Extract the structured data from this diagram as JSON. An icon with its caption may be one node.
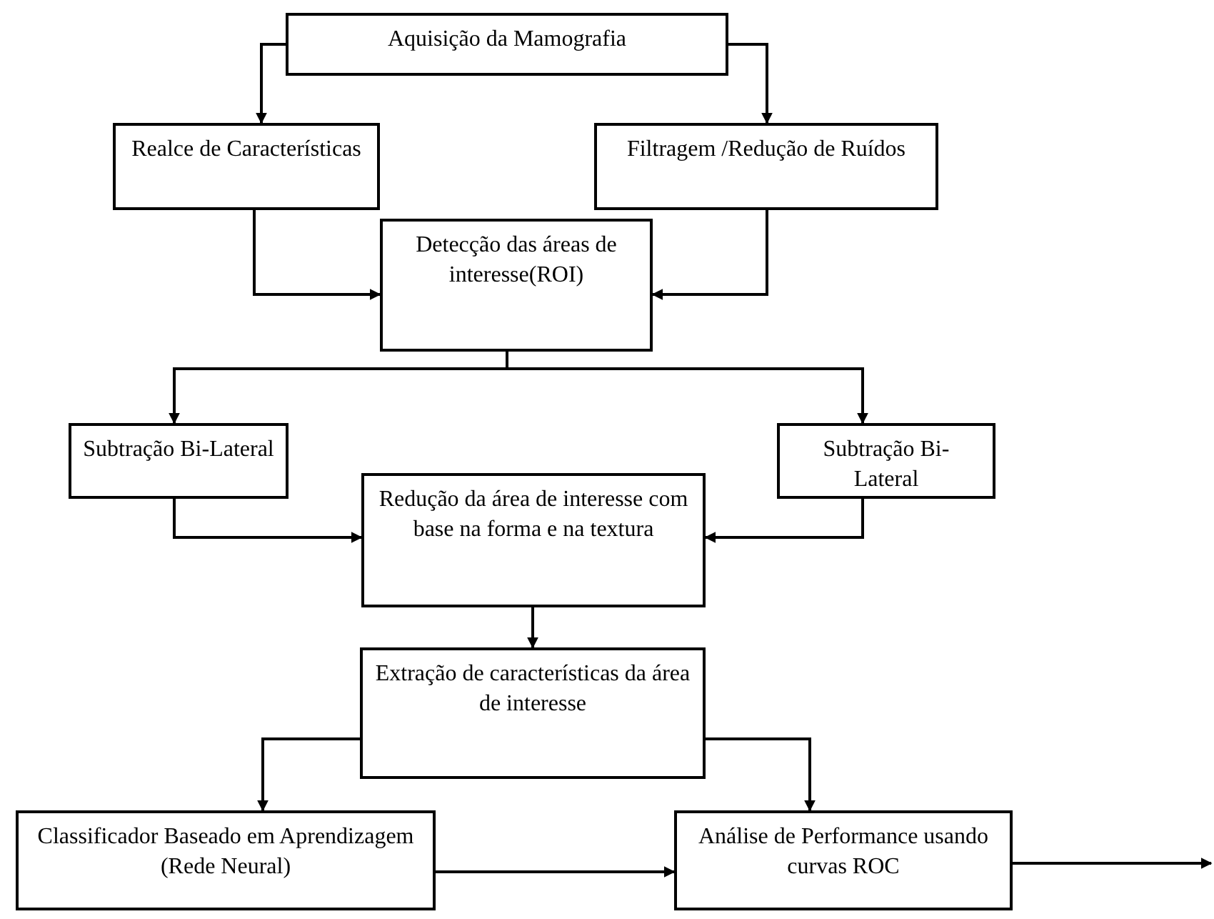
{
  "diagram": {
    "nodes": [
      {
        "text": [
          "Aquisição da Mamografia"
        ]
      },
      {
        "text": [
          "Realce de Características"
        ]
      },
      {
        "text": [
          "Filtragem /Redução de Ruídos"
        ]
      },
      {
        "text": [
          "Detecção das áreas de interesse(ROI)"
        ]
      },
      {
        "text": [
          "Subtração Bi-Lateral"
        ]
      },
      {
        "text": [
          "Subtração Bi-Lateral"
        ]
      },
      {
        "text": [
          "Redução da área de interesse com base na forma e na textura"
        ]
      },
      {
        "text": [
          "Extração de características da área de interesse"
        ]
      },
      {
        "text": [
          "Classificador Baseado em Aprendizagem (Rede Neural)"
        ]
      },
      {
        "text": [
          "Análise de Performance usando curvas ROC"
        ]
      }
    ],
    "edges": [
      {
        "from": 0,
        "to": 1,
        "arrow": "to"
      },
      {
        "from": 0,
        "to": 2,
        "arrow": "to"
      },
      {
        "from": 1,
        "to": 3,
        "arrow": "to"
      },
      {
        "from": 2,
        "to": 3,
        "arrow": "to"
      },
      {
        "from": 3,
        "to": 4,
        "arrow": "to"
      },
      {
        "from": 3,
        "to": 5,
        "arrow": "to"
      },
      {
        "from": 4,
        "to": 6,
        "arrow": "to"
      },
      {
        "from": 5,
        "to": 6,
        "arrow": "to"
      },
      {
        "from": 6,
        "to": 7,
        "arrow": "to"
      },
      {
        "from": 7,
        "to": 8,
        "arrow": "to"
      },
      {
        "from": 7,
        "to": 9,
        "arrow": "to"
      },
      {
        "from": 8,
        "to": 9,
        "arrow": "to"
      },
      {
        "from": 9,
        "to": null,
        "arrow": "to"
      }
    ]
  }
}
